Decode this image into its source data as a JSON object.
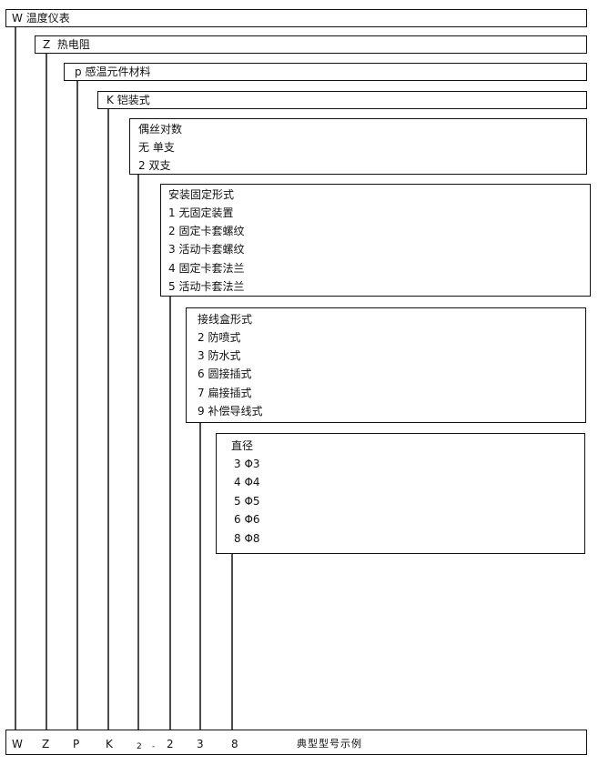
{
  "levels": [
    {
      "key": "W",
      "label": "温度仪表"
    },
    {
      "key": "Z",
      "label": "热电阻"
    },
    {
      "key": "p",
      "label": "感温元件材料"
    },
    {
      "key": "K",
      "label": "铠装式"
    }
  ],
  "groups": [
    {
      "title": "偶丝对数",
      "items": [
        "无  单支",
        "2   双支"
      ]
    },
    {
      "title": "安装固定形式",
      "items": [
        "1  无固定装置",
        "2  固定卡套螺纹",
        "3  活动卡套螺纹",
        "4  固定卡套法兰",
        "5  活动卡套法兰"
      ]
    },
    {
      "title": "接线盒形式",
      "items": [
        "2  防喷式",
        "3  防水式",
        "6  圆接插式",
        "7  扁接插式",
        "9  补偿导线式"
      ]
    },
    {
      "title": "直径",
      "items": [
        "3    Φ3",
        "4    Φ4",
        "5    Φ5",
        "6    Φ6",
        "8    Φ8"
      ]
    }
  ],
  "example": {
    "codes": [
      "W",
      "Z",
      "P",
      "K",
      "2",
      "-",
      "2",
      "3",
      "8"
    ],
    "caption": "典型型号示例"
  }
}
